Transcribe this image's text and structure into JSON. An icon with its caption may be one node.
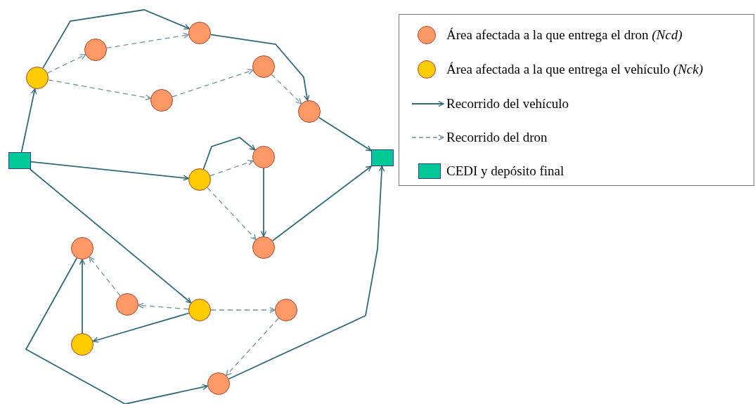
{
  "diagram": {
    "nodes": [
      {
        "text": [],
        "shape": "box"
      },
      {
        "text": [],
        "shape": "box"
      },
      {
        "text": [],
        "shape": "circle"
      },
      {
        "text": [],
        "shape": "circle"
      },
      {
        "text": [],
        "shape": "circle"
      },
      {
        "text": [],
        "shape": "circle"
      },
      {
        "text": [],
        "shape": "circle"
      },
      {
        "text": [],
        "shape": "circle"
      },
      {
        "text": [],
        "shape": "circle"
      },
      {
        "text": [],
        "shape": "circle"
      },
      {
        "text": [],
        "shape": "circle"
      },
      {
        "text": [],
        "shape": "circle"
      },
      {
        "text": [],
        "shape": "circle"
      },
      {
        "text": [],
        "shape": "circle"
      },
      {
        "text": [],
        "shape": "circle"
      },
      {
        "text": [],
        "shape": "circle"
      },
      {
        "text": [],
        "shape": "circle"
      }
    ],
    "edges": [
      {
        "from": 0,
        "to": 2,
        "arrow": "to"
      },
      {
        "from": 2,
        "to": 4,
        "arrow": "to"
      },
      {
        "from": 4,
        "to": 7,
        "arrow": "to"
      },
      {
        "from": 7,
        "to": 1,
        "arrow": "to"
      },
      {
        "from": 2,
        "to": 3,
        "arrow": "to",
        "style": "dashed",
        "color": "#6f939c"
      },
      {
        "from": 3,
        "to": 4,
        "arrow": "to",
        "style": "dashed",
        "color": "#6f939c"
      },
      {
        "from": 2,
        "to": 5,
        "arrow": "to",
        "style": "dashed",
        "color": "#6f939c"
      },
      {
        "from": 5,
        "to": 6,
        "arrow": "to",
        "style": "dashed",
        "color": "#6f939c"
      },
      {
        "from": 6,
        "to": 7,
        "arrow": "to",
        "style": "dashed",
        "color": "#6f939c"
      },
      {
        "from": 0,
        "to": 8,
        "arrow": "to"
      },
      {
        "from": 8,
        "to": 9,
        "arrow": "to"
      },
      {
        "from": 8,
        "to": 9,
        "arrow": "to",
        "style": "dashed",
        "color": "#6f939c"
      },
      {
        "from": 8,
        "to": 10,
        "arrow": "to",
        "style": "dashed",
        "color": "#6f939c"
      },
      {
        "from": 9,
        "to": 10,
        "arrow": "to"
      },
      {
        "from": 10,
        "to": 1,
        "arrow": "to"
      },
      {
        "from": 0,
        "to": 13,
        "arrow": "to"
      },
      {
        "from": 13,
        "to": 12,
        "arrow": "to",
        "style": "dashed",
        "color": "#6f939c"
      },
      {
        "from": 12,
        "to": 11,
        "arrow": "to",
        "style": "dashed",
        "color": "#6f939c"
      },
      {
        "from": 13,
        "to": 14,
        "arrow": "to",
        "style": "dashed",
        "color": "#6f939c"
      },
      {
        "from": 14,
        "to": 16,
        "arrow": "to",
        "style": "dashed",
        "color": "#6f939c"
      },
      {
        "from": 13,
        "to": 15,
        "arrow": "to"
      },
      {
        "from": 15,
        "to": 11,
        "arrow": "to"
      },
      {
        "from": 11,
        "to": 16,
        "arrow": "to"
      },
      {
        "from": 16,
        "to": 1,
        "arrow": "to"
      }
    ],
    "legend": [
      {
        "text": "Área afectada a la que entrega el dron *(Ncd)*",
        "color": "#fd9966"
      },
      {
        "text": "Área afectada a la que entrega el vehículo *(Nck)*",
        "color": "#ffcc00"
      },
      {
        "text": "Recorrido del vehículo"
      },
      {
        "text": "Recorrido del dron"
      },
      {
        "text": "CEDI y depósito final",
        "color": "#00c896"
      }
    ]
  }
}
